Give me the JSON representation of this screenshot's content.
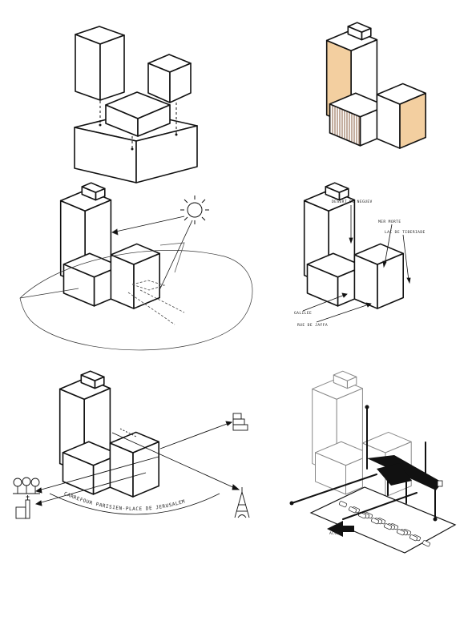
{
  "panels": {
    "program": {},
    "facade": {
      "accent_color": "#f3cfa0",
      "accent_stroke": "#d9a36a"
    },
    "sun": {},
    "views": {
      "labels": {
        "desert": "DESERT DU NEGUEV",
        "mer_morte": "MER MORTE",
        "lac": "LAC DE TIBERIADE",
        "galilee": "GALILEE",
        "rue": "RUE DE JAFFA"
      }
    },
    "context": {
      "arc_text": "CARREFOUR PARISIEN-PLACE DE JERUSALEM",
      "icons": [
        "trees-icon",
        "church-icon",
        "eiffel-tower-icon",
        "buildings-icon"
      ]
    },
    "circulation": {
      "label": "ACCES"
    }
  },
  "colors": {
    "ink": "#111111",
    "light_ink": "#555555"
  }
}
